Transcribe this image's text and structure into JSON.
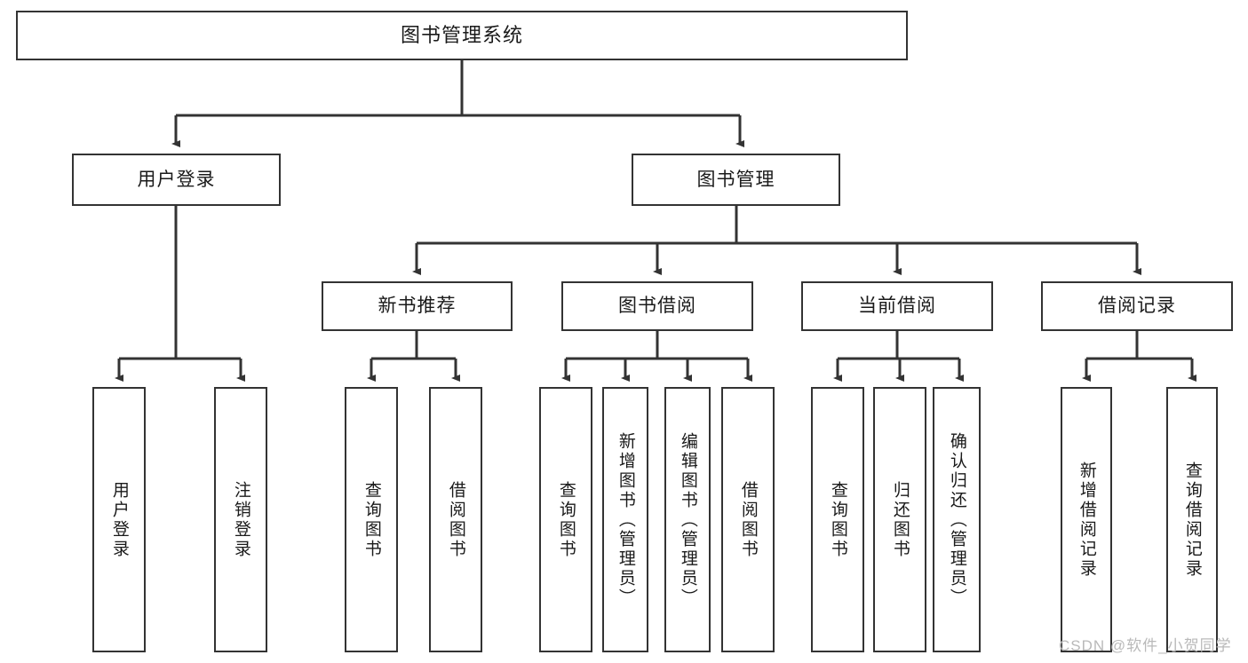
{
  "diagram": {
    "type": "tree",
    "title": "图书管理系统",
    "root": {
      "label": "图书管理系统"
    },
    "level2": [
      {
        "label": "用户登录"
      },
      {
        "label": "图书管理"
      }
    ],
    "level3": [
      {
        "label": "新书推荐"
      },
      {
        "label": "图书借阅"
      },
      {
        "label": "当前借阅"
      },
      {
        "label": "借阅记录"
      }
    ],
    "leaves": {
      "user_login": [
        {
          "label": "用户登录"
        },
        {
          "label": "注销登录"
        }
      ],
      "new_book_recommend": [
        {
          "label": "查询图书"
        },
        {
          "label": "借阅图书"
        }
      ],
      "book_borrow": [
        {
          "label": "查询图书"
        },
        {
          "label": "新增图书（管理员）"
        },
        {
          "label": "编辑图书（管理员）"
        },
        {
          "label": "借阅图书"
        }
      ],
      "current_borrow": [
        {
          "label": "查询图书"
        },
        {
          "label": "归还图书"
        },
        {
          "label": "确认归还（管理员）"
        }
      ],
      "borrow_record": [
        {
          "label": "新增借阅记录"
        },
        {
          "label": "查询借阅记录"
        }
      ]
    }
  },
  "watermark": {
    "text": "CSDN @软件_小贺同学"
  },
  "colors": {
    "border": "#333333",
    "background": "#ffffff",
    "text": "#1a1a1a",
    "watermark": "#b9b9b9"
  }
}
